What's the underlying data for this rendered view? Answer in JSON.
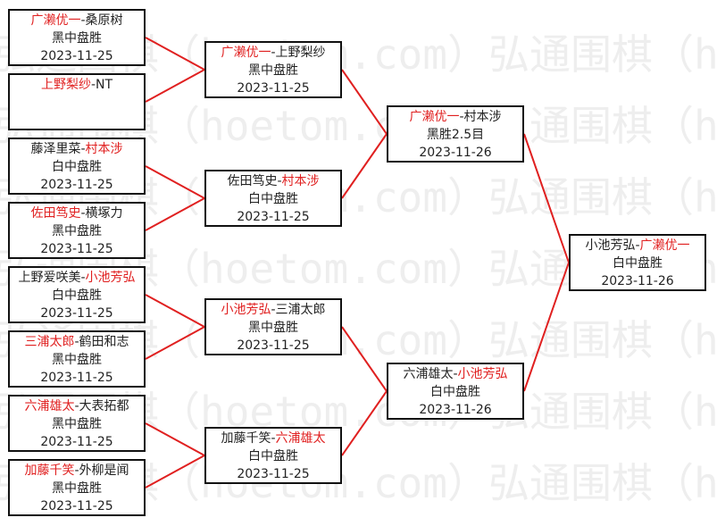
{
  "watermark": "弘通围棋（hoetom.com）弘通围棋（hoetom.com）",
  "matches": [
    {
      "id": "r1m1",
      "p1": "广濑优一",
      "p2": "桑原树",
      "winner": 1,
      "result": "黑中盘胜",
      "date": "2023-11-25"
    },
    {
      "id": "r1m2",
      "p1": "上野梨纱",
      "p2": "NT",
      "winner": 1,
      "result": "",
      "date": ""
    },
    {
      "id": "r1m3",
      "p1": "藤泽里菜",
      "p2": "村本涉",
      "winner": 2,
      "result": "白中盘胜",
      "date": "2023-11-25"
    },
    {
      "id": "r1m4",
      "p1": "佐田笃史",
      "p2": "横塚力",
      "winner": 1,
      "result": "黑中盘胜",
      "date": "2023-11-25"
    },
    {
      "id": "r1m5",
      "p1": "上野爱咲美",
      "p2": "小池芳弘",
      "winner": 2,
      "result": "白中盘胜",
      "date": "2023-11-25"
    },
    {
      "id": "r1m6",
      "p1": "三浦太郎",
      "p2": "鹤田和志",
      "winner": 1,
      "result": "黑中盘胜",
      "date": "2023-11-25"
    },
    {
      "id": "r1m7",
      "p1": "六浦雄太",
      "p2": "大表拓都",
      "winner": 1,
      "result": "黑中盘胜",
      "date": "2023-11-25"
    },
    {
      "id": "r1m8",
      "p1": "加藤千笑",
      "p2": "外柳是闻",
      "winner": 1,
      "result": "黑中盘胜",
      "date": "2023-11-25"
    },
    {
      "id": "r2m1",
      "p1": "广濑优一",
      "p2": "上野梨纱",
      "winner": 1,
      "result": "黑中盘胜",
      "date": "2023-11-25"
    },
    {
      "id": "r2m2",
      "p1": "佐田笃史",
      "p2": "村本涉",
      "winner": 2,
      "result": "白中盘胜",
      "date": "2023-11-25"
    },
    {
      "id": "r2m3",
      "p1": "小池芳弘",
      "p2": "三浦太郎",
      "winner": 1,
      "result": "黑中盘胜",
      "date": "2023-11-25"
    },
    {
      "id": "r2m4",
      "p1": "加藤千笑",
      "p2": "六浦雄太",
      "winner": 2,
      "result": "白中盘胜",
      "date": "2023-11-25"
    },
    {
      "id": "r3m1",
      "p1": "广濑优一",
      "p2": "村本涉",
      "winner": 1,
      "result": "黑胜2.5目",
      "date": "2023-11-26"
    },
    {
      "id": "r3m2",
      "p1": "六浦雄太",
      "p2": "小池芳弘",
      "winner": 2,
      "result": "白中盘胜",
      "date": "2023-11-26"
    },
    {
      "id": "r4m1",
      "p1": "小池芳弘",
      "p2": "广濑优一",
      "winner": 2,
      "result": "白中盘胜",
      "date": "2023-11-26"
    }
  ],
  "colors": {
    "winner": "#e02020",
    "text": "#222222",
    "border": "#111111",
    "line": "#e02020",
    "watermark": "#eeeeee"
  }
}
